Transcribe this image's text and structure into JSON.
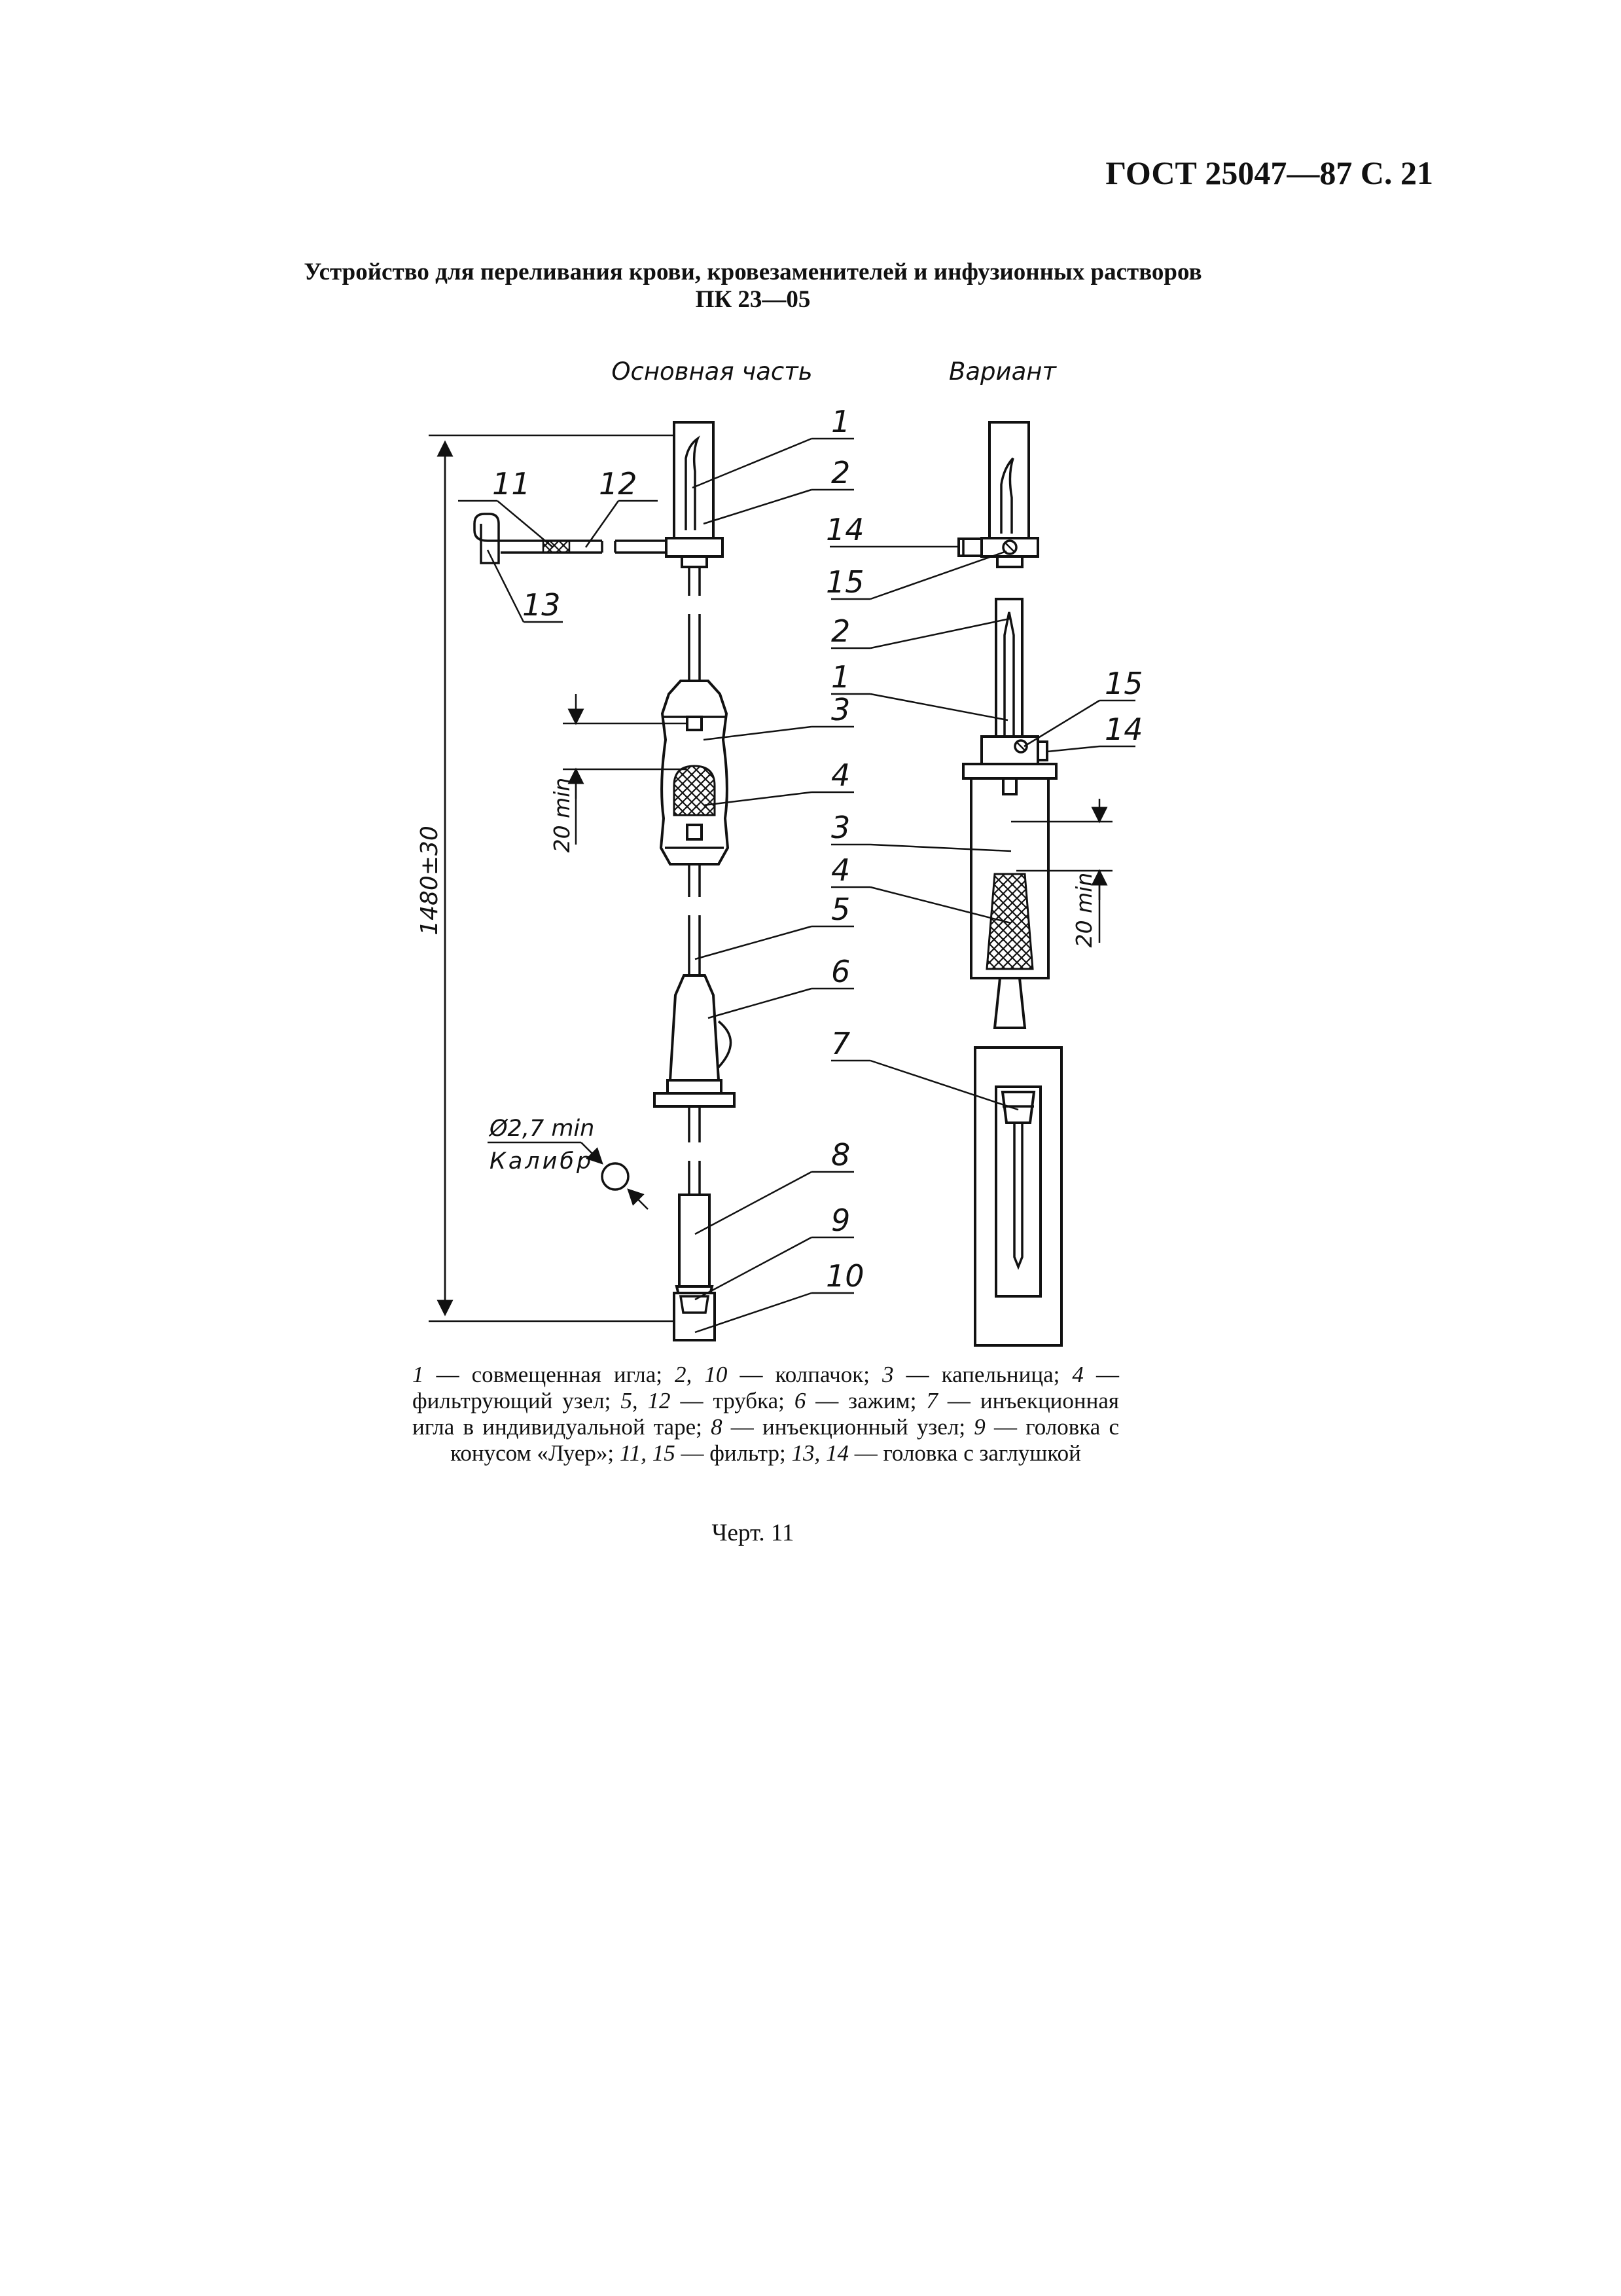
{
  "header": {
    "text": "ГОСТ 25047—87 С. 21"
  },
  "title": {
    "line1": "Устройство для переливания крови, кровезаменителей и инфузионных растворов",
    "line2": "ПК 23—05"
  },
  "drawing": {
    "view_main": "Основная часть",
    "view_variant": "Вариант",
    "dim_overall": "1480±30",
    "dim_min_left": "20 min",
    "dim_min_right": "20 min",
    "diameter": "Ø2,7 min",
    "caliber": "Калибр",
    "numbers": {
      "n1": "1",
      "n2": "2",
      "n3": "3",
      "n4": "4",
      "n5": "5",
      "n6": "6",
      "n7": "7",
      "n8": "8",
      "n9": "9",
      "n10": "10",
      "n11": "11",
      "n12": "12",
      "n13": "13",
      "n14": "14",
      "n15": "15"
    }
  },
  "legend": {
    "items": [
      {
        "num": "1",
        "text": " — совмещенная игла; "
      },
      {
        "num": "2, 10",
        "text": " — колпачок; "
      },
      {
        "num": "3",
        "text": " — капельница; "
      },
      {
        "num": "4",
        "text": " — фильтрующий узел; "
      },
      {
        "num": "5, 12",
        "text": " — трубка; "
      },
      {
        "num": "6",
        "text": " — зажим; "
      },
      {
        "num": "7",
        "text": " — инъекционная игла в индивидуальной таре; "
      },
      {
        "num": "8",
        "text": " — инъекционный узел; "
      },
      {
        "num": "9",
        "text": " — головка с конусом «Луер»; "
      },
      {
        "num": "11, 15",
        "text": " — фильтр; "
      },
      {
        "num": "13, 14",
        "text": " — головка с заглушкой"
      }
    ]
  },
  "figure_label": "Черт. 11"
}
